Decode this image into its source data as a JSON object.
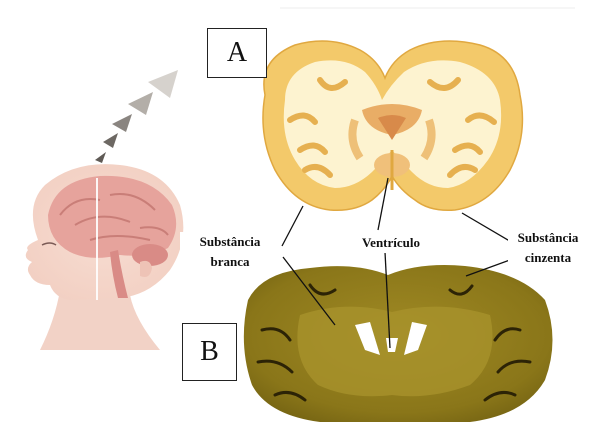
{
  "panels": {
    "a_label": "A",
    "b_label": "B"
  },
  "callouts": {
    "white_matter": {
      "line1": "Substância",
      "line2": "branca"
    },
    "ventricle": "Ventrículo",
    "gray_matter": {
      "line1": "Substância",
      "line2": "cinzenta"
    }
  },
  "colors": {
    "illustration_gray_matter": "#f3c96a",
    "illustration_white_matter": "#fdf3d0",
    "photo_tissue": "#8f7d1c",
    "head_skin": "#f5d8cc",
    "brain_pink": "#e8a9a3",
    "arrow_gray": "#8a8580"
  }
}
